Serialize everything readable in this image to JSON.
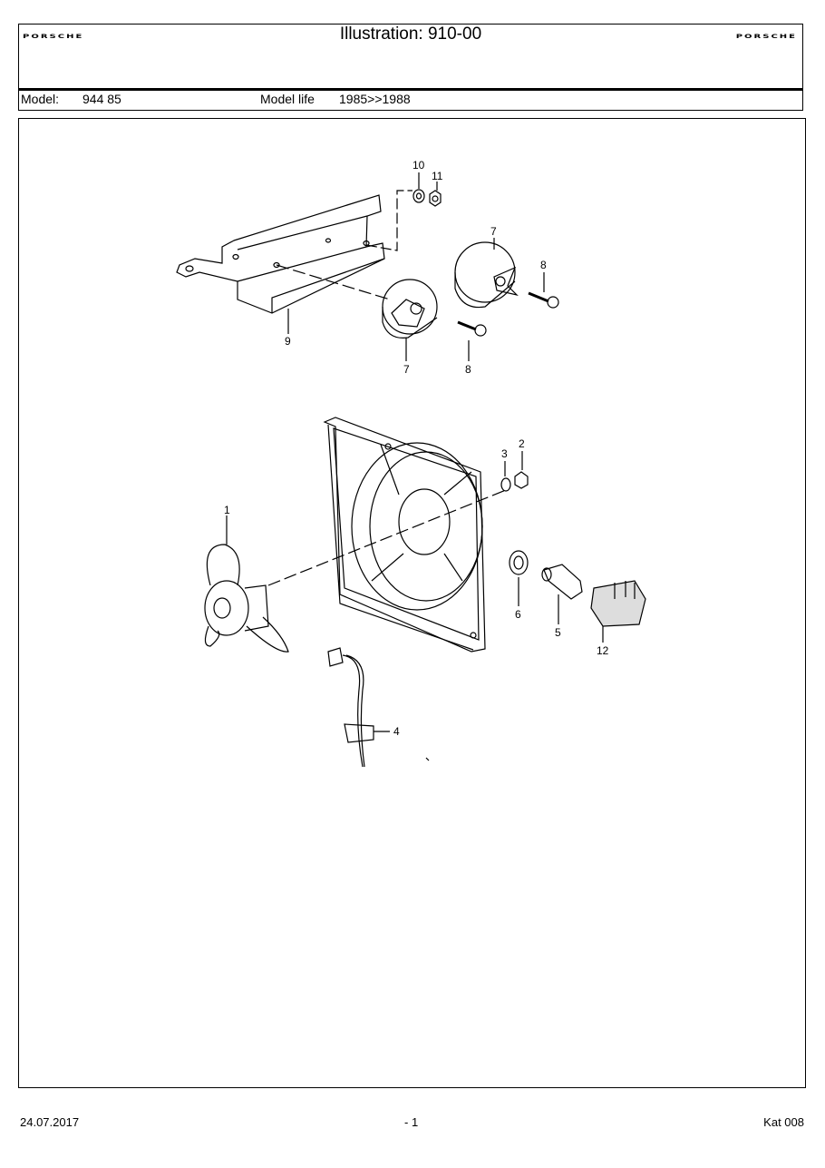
{
  "header": {
    "brand_left": "PORSCHE",
    "brand_right": "PORSCHE",
    "title": "Illustration: 910-00"
  },
  "model": {
    "model_label": "Model:",
    "model_value": "944 85",
    "life_label": "Model life",
    "life_value": "1985>>1988"
  },
  "callouts": {
    "c1": "1",
    "c2": "2",
    "c3": "3",
    "c4": "4",
    "c5": "5",
    "c6": "6",
    "c7a": "7",
    "c7b": "7",
    "c8a": "8",
    "c8b": "8",
    "c9": "9",
    "c10": "10",
    "c11": "11",
    "c12": "12"
  },
  "footer": {
    "date": "24.07.2017",
    "page": "- 1",
    "catalog": "Kat 008"
  }
}
